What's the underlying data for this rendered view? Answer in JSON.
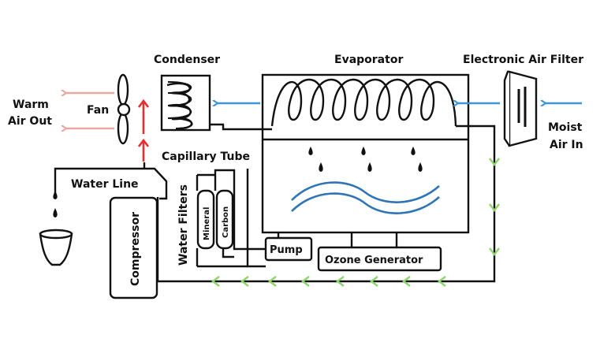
{
  "labels": {
    "condenser": "Condenser",
    "evaporator": "Evaporator",
    "air_filter": "Electronic Air Filter",
    "warm": "Warm",
    "air_out": "Air Out",
    "fan": "Fan",
    "capillary_tube": "Capillary Tube",
    "moist": "Moist",
    "air_in": "Air In",
    "water_line": "Water Line",
    "water_filters": "Water Filters",
    "mineral": "Mineral",
    "carbon": "Carbon",
    "compressor": "Compressor",
    "pump": "Pump",
    "ozone_generator": "Ozone Generator"
  },
  "colors": {
    "line": "#111111",
    "warm_air": "#e8a7a0",
    "air_in": "#3b95d6",
    "water": "#2f74b5",
    "hot_arrow": "#e03030",
    "flow_arrow": "#8ed46a"
  }
}
